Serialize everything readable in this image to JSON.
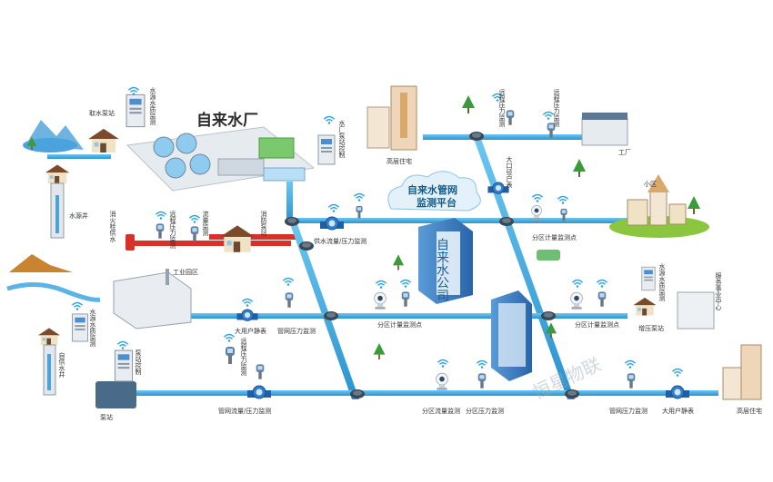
{
  "plant": {
    "title": "自来水厂"
  },
  "platform": {
    "line1": "自来水管网",
    "line2": "监测平台"
  },
  "company": {
    "name": "自来水公司"
  },
  "watermark": {
    "text": "恒星物联"
  },
  "labels": {
    "raw_pump_station": "取水泵站",
    "water_source_monitor_top": "水源水质监测",
    "water_source_well": "水源井",
    "plant_pump_control": "水厂泵站控制",
    "fire_hydrant": "消火栓供水",
    "remote_pressure_left": "远程压力监测",
    "flow_monitor": "流量监测",
    "fire_pump": "消防泵站",
    "supply_flow_pressure": "供水流量/压力监测",
    "industrial_park": "工业园区",
    "residence_high": "高层住宅",
    "remote_pressure_top1": "远程压力监测",
    "remote_pressure_top2": "远程压力监测",
    "factory_top": "工厂",
    "large_caliber_flow": "大口径户表",
    "district_meter_top": "分区计量监测点",
    "community": "小区",
    "big_user_meter_mid": "大用户静表",
    "pipe_pressure_mid": "管网压力监测",
    "district_meter_center": "分区计量监测点",
    "district_meter_right": "分区计量监测点",
    "booster_station": "增压泵站",
    "water_source_monitor_right": "水源水质监测",
    "service_center": "服务事业中心",
    "water_well_left": "自供水井",
    "pump_station_left": "泵站",
    "pump_control_left": "泵站控制",
    "remote_pressure_bottom": "远程压力监测",
    "pipe_flow_pressure_bottom": "管网流量/压力监测",
    "district_flow_bottom": "分区流量监测",
    "district_pressure_bottom": "分区压力监测",
    "pipe_pressure_bottom": "管网压力监测",
    "big_user_meter_bottom": "大用户静表",
    "residence_bottom": "高层住宅"
  },
  "colors": {
    "pipe": "#36a9e1",
    "pipe_dark": "#1d8fcc",
    "fire_pipe": "#d9302a",
    "node": "#3a4754",
    "wifi": "#2aa3dc",
    "building_blue": "#3b7fc4",
    "grass": "#8cc63f"
  }
}
